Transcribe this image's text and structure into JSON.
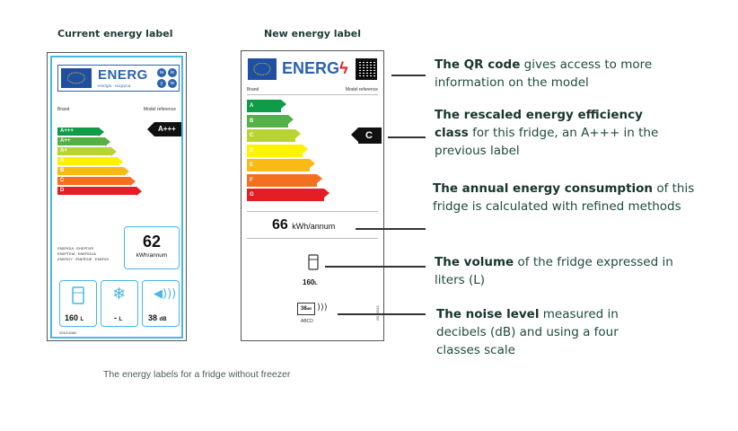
{
  "titles": {
    "current": "Current energy label",
    "new": "New energy label"
  },
  "current_label": {
    "energ": "ENERG",
    "energ_sub": "energia · ενεργεια",
    "circles": [
      "ia",
      "ie",
      "y",
      "ie"
    ],
    "brand": "Brand",
    "model": "Model reference",
    "classes": [
      "A+++",
      "A++",
      "A+",
      "A",
      "B",
      "C",
      "D"
    ],
    "class_colors": [
      "#0f9b48",
      "#55b046",
      "#b8d432",
      "#fff200",
      "#fbb915",
      "#f37021",
      "#e31e24"
    ],
    "rating": "A+++",
    "consumption_value": "62",
    "consumption_unit": "kWh/annum",
    "energy_words": [
      "ENERGIA · ЕНЕРГИЯ",
      "ΕΝΕΡΓΕΙΑ · ENERGIJA",
      "ENERGY · ÉNERGIE · ENERGI"
    ],
    "volume": "160",
    "volume_unit": "L",
    "freezer": "-",
    "freezer_unit": "L",
    "noise": "38",
    "noise_unit": "dB",
    "regulation": "2010/1060"
  },
  "new_label": {
    "energ": "ENERG",
    "brand": "Brand",
    "model": "Model reference",
    "classes": [
      "A",
      "B",
      "C",
      "D",
      "E",
      "F",
      "G"
    ],
    "class_colors": [
      "#0f9b48",
      "#55b046",
      "#b8d432",
      "#fff200",
      "#fbb915",
      "#f37021",
      "#e31e24"
    ],
    "rating": "C",
    "consumption_value": "66",
    "consumption_unit": "kWh/annum",
    "volume": "160",
    "volume_unit": "L",
    "noise": "38",
    "noise_unit": "dB",
    "noise_scale": "ABCD",
    "regulation": "2019/2016"
  },
  "notes": {
    "qr": {
      "bold": "The QR code",
      "rest": " gives access to more information on the model"
    },
    "class": {
      "bold": "The rescaled energy efficiency class",
      "rest": " for this fridge, an A+++ in the previous label"
    },
    "consumption": {
      "bold": "The annual energy consumption",
      "rest": " of this fridge is calculated with refined methods"
    },
    "volume": {
      "bold": "The volume",
      "rest": " of the fridge expressed in liters (L)"
    },
    "noise": {
      "bold": "The noise level",
      "rest": " measured in decibels (dB) and using a four classes scale"
    }
  },
  "caption": "The energy labels for a fridge without freezer"
}
